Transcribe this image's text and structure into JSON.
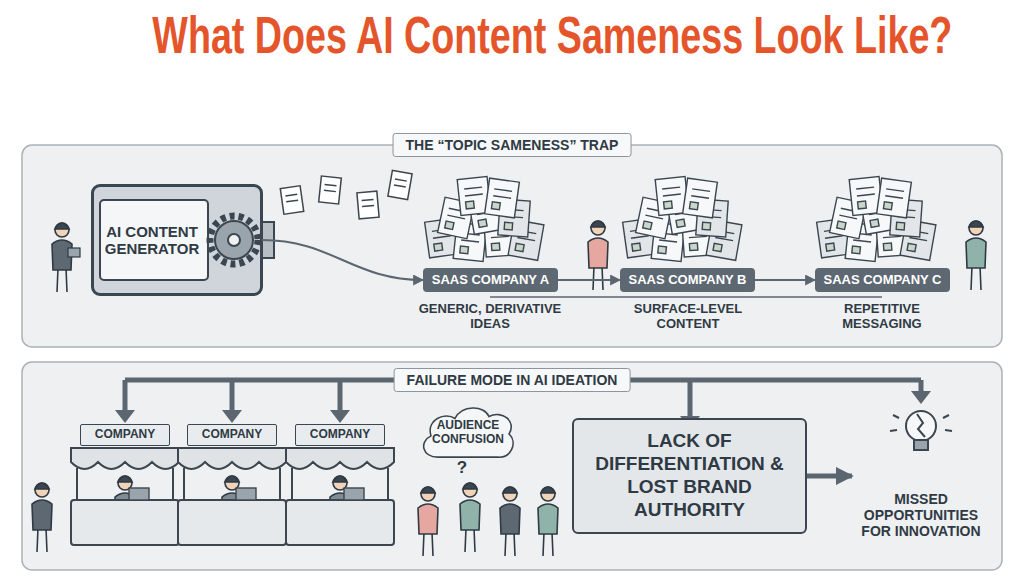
{
  "diagram": {
    "title": "What Does AI Content Sameness Look Like?",
    "nodes": [
      {
        "text": [
          "THE “TOPIC SAMENESS” TRAP"
        ]
      },
      {
        "text": [
          "AI CONTENT GENERATOR"
        ],
        "in": 0
      },
      {
        "text": [
          "SAAS COMPANY A"
        ],
        "in": 0
      },
      {
        "text": [
          "SAAS COMPANY B"
        ],
        "in": 0
      },
      {
        "text": [
          "SAAS COMPANY C"
        ],
        "in": 0
      },
      {
        "text": [
          "FAILURE MODE IN AI IDEATION"
        ]
      },
      {
        "text": [
          "COMPANY"
        ],
        "in": 5
      },
      {
        "text": [
          "COMPANY"
        ],
        "in": 5
      },
      {
        "text": [
          "COMPANY"
        ],
        "in": 5
      },
      {
        "text": [
          "AUDIENCE CONFUSION"
        ],
        "in": 5
      },
      {
        "text": [
          "LACK OF DIFFERENTIATION & LOST BRAND AUTHORITY"
        ],
        "in": 5
      },
      {
        "text": [
          "MISSED OPPORTUNITIES FOR INNOVATION"
        ],
        "in": 5
      }
    ],
    "edges": [
      {
        "from": 1,
        "to": 2,
        "arrow": "to"
      },
      {
        "from": 2,
        "to": 3,
        "arrow": "to"
      },
      {
        "from": 3,
        "to": 4,
        "arrow": "to"
      },
      {
        "from": 10,
        "to": 11,
        "arrow": "to"
      }
    ],
    "labels": [
      "GENERIC, DERIVATIVE IDEAS",
      "SURFACE-LEVEL CONTENT",
      "REPETITIVE MESSAGING",
      "?"
    ]
  }
}
